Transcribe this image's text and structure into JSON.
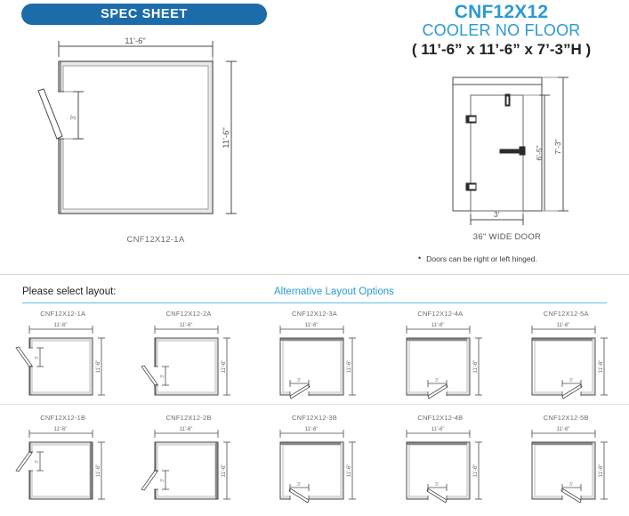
{
  "banner": {
    "label": "SPEC SHEET"
  },
  "header": {
    "model": "CNF12X12",
    "description": "COOLER NO FLOOR",
    "dimensions": "( 11’-6” x 11’-6” x 7’-3”H )"
  },
  "plan_drawing": {
    "caption": "CNF12X12-1A",
    "dim_top": "11'-6\"",
    "dim_right": "11'-6\"",
    "dim_door": "3'"
  },
  "elevation_drawing": {
    "caption": "36\" WIDE DOOR",
    "dim_door_width": "3'",
    "dim_door_height": "6’-5\"",
    "dim_overall_height": "7’-3\""
  },
  "notes": [
    {
      "bullet": "•",
      "text": "Doors can be right or left hinged."
    }
  ],
  "selector": {
    "prompt": "Please select layout:",
    "alternative_label": "Alternative Layout Options"
  },
  "thumb_dims": {
    "width": "11'-6\"",
    "height": "11'-6\"",
    "door": "3'"
  },
  "layouts": {
    "row1": [
      {
        "label": "CNF12X12-1A",
        "door": "left-swing-out"
      },
      {
        "label": "CNF12X12-2A",
        "door": "left-lower-swing-out"
      },
      {
        "label": "CNF12X12-3A",
        "door": "bottom-left-swing-out"
      },
      {
        "label": "CNF12X12-4A",
        "door": "bottom-center-swing-out"
      },
      {
        "label": "CNF12X12-5A",
        "door": "bottom-right-swing-out"
      }
    ],
    "row2": [
      {
        "label": "CNF12X12-1B",
        "door": "left-swing-out"
      },
      {
        "label": "CNF12X12-2B",
        "door": "left-lower-swing-out"
      },
      {
        "label": "CNF12X12-3B",
        "door": "bottom-left-swing-out"
      },
      {
        "label": "CNF12X12-4B",
        "door": "bottom-center-swing-out"
      },
      {
        "label": "CNF12X12-5B",
        "door": "bottom-right-swing-out"
      }
    ]
  },
  "colors": {
    "banner_blue": "#1b6ca8",
    "title_blue": "#2b9ad4",
    "rule_blue": "#5fc0e8",
    "line_gray": "#555555",
    "caption_gray": "#6d6d6d"
  }
}
